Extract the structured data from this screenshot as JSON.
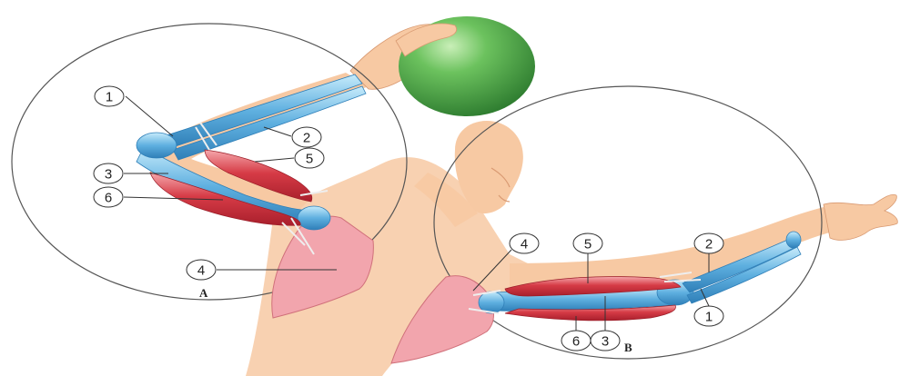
{
  "colors": {
    "skin": "#f7c9a3",
    "bone": "#5fb0e0",
    "bone_light": "#b5e0f7",
    "muscle": "#d4454f",
    "muscle_light": "#f3a0a5",
    "scapula": "#f2a5ad",
    "ball": "#4ca84a",
    "circle_stroke": "#555555"
  },
  "panels": {
    "a": {
      "letter": "A",
      "labels": {
        "n1": "1",
        "n2": "2",
        "n3": "3",
        "n4": "4",
        "n5": "5",
        "n6": "6"
      }
    },
    "b": {
      "letter": "B",
      "labels": {
        "n1": "1",
        "n2": "2",
        "n3": "3",
        "n4": "4",
        "n5": "5",
        "n6": "6"
      }
    }
  }
}
